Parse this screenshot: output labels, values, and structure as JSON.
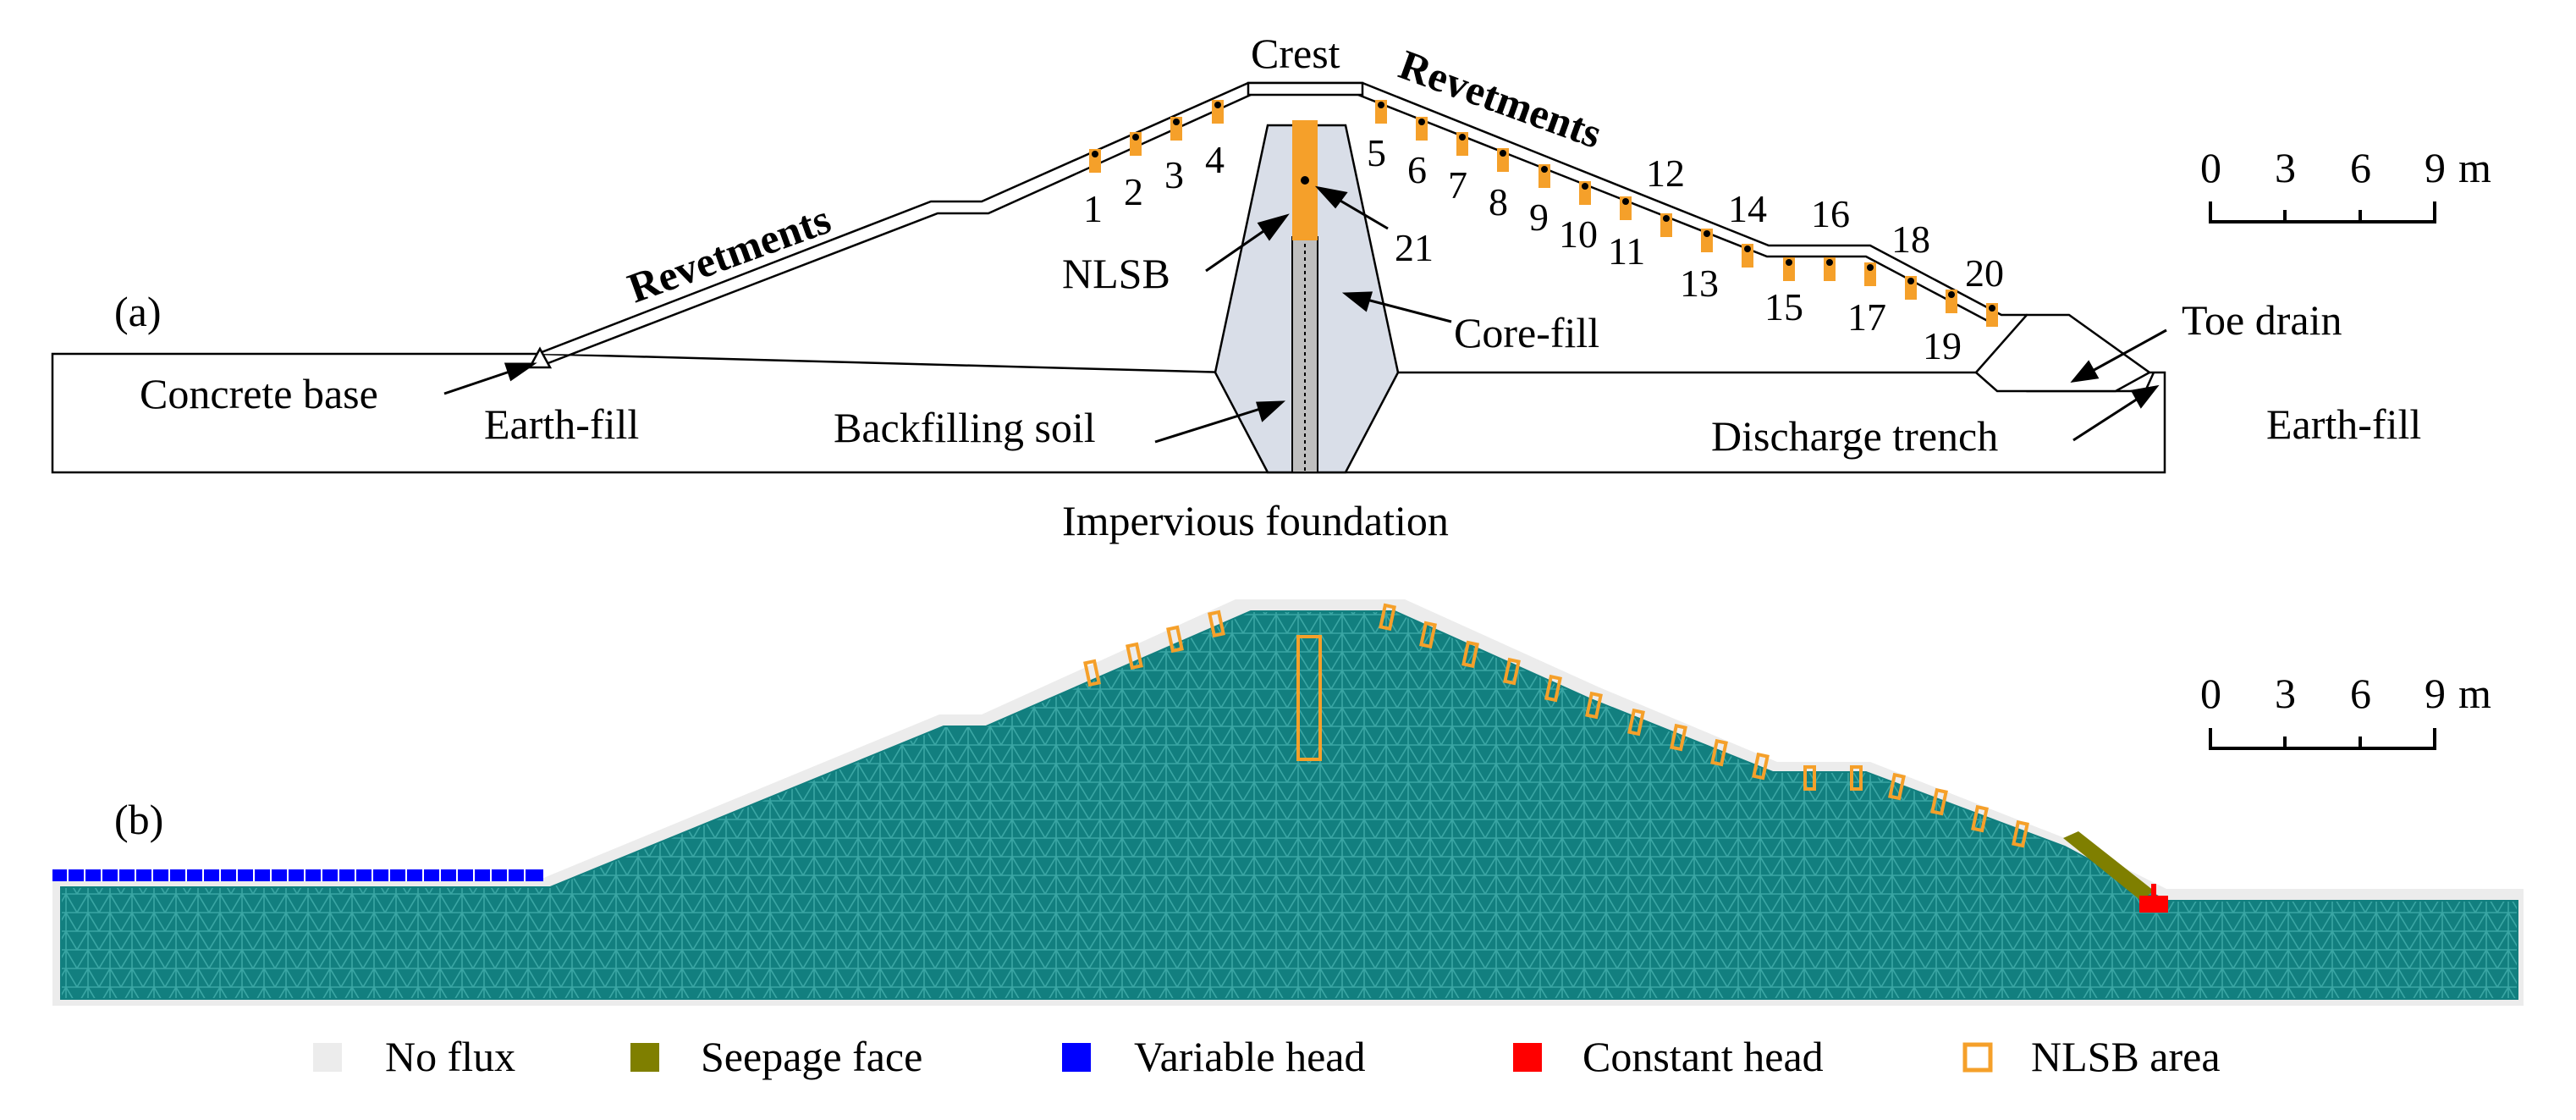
{
  "panel_a": {
    "panel_label": "(a)",
    "labels": {
      "crest": "Crest",
      "revetments_left": "Revetments",
      "revetments_right": "Revetments",
      "nlsb": "NLSB",
      "core_fill": "Core-fill",
      "concrete_base": "Concrete base",
      "earth_fill_left": "Earth-fill",
      "backfilling_soil": "Backfilling soil",
      "discharge_trench": "Discharge trench",
      "toe_drain": "Toe drain",
      "earth_fill_right": "Earth-fill",
      "impervious_foundation": "Impervious foundation"
    },
    "sensor_numbers": [
      "1",
      "2",
      "3",
      "4",
      "5",
      "6",
      "7",
      "8",
      "9",
      "10",
      "11",
      "12",
      "13",
      "14",
      "15",
      "16",
      "17",
      "18",
      "19",
      "20",
      "21"
    ],
    "scale_bar": {
      "ticks": [
        "0",
        "3",
        "6",
        "9"
      ],
      "unit": "m"
    }
  },
  "panel_b": {
    "panel_label": "(b)",
    "scale_bar": {
      "ticks": [
        "0",
        "3",
        "6",
        "9"
      ],
      "unit": "m"
    }
  },
  "legend": [
    {
      "label": "No flux",
      "color": "#ececec",
      "style": "fill"
    },
    {
      "label": "Seepage face",
      "color": "#7f7f00",
      "style": "fill"
    },
    {
      "label": "Variable head",
      "color": "#0000ff",
      "style": "fill"
    },
    {
      "label": "Constant head",
      "color": "#ff0000",
      "style": "fill"
    },
    {
      "label": "NLSB area",
      "color": "#f5a02a",
      "style": "outline"
    }
  ],
  "colors": {
    "mesh": "#127f7f",
    "mesh_line": "#2f9c9a",
    "nlsb_fill": "#f5a02a",
    "core": "#d9dee8",
    "backfill": "#bfbfbf",
    "no_flux": "#ececec",
    "seepage": "#7f7f00",
    "variable_head": "#0000ff",
    "constant_head": "#ff0000"
  }
}
